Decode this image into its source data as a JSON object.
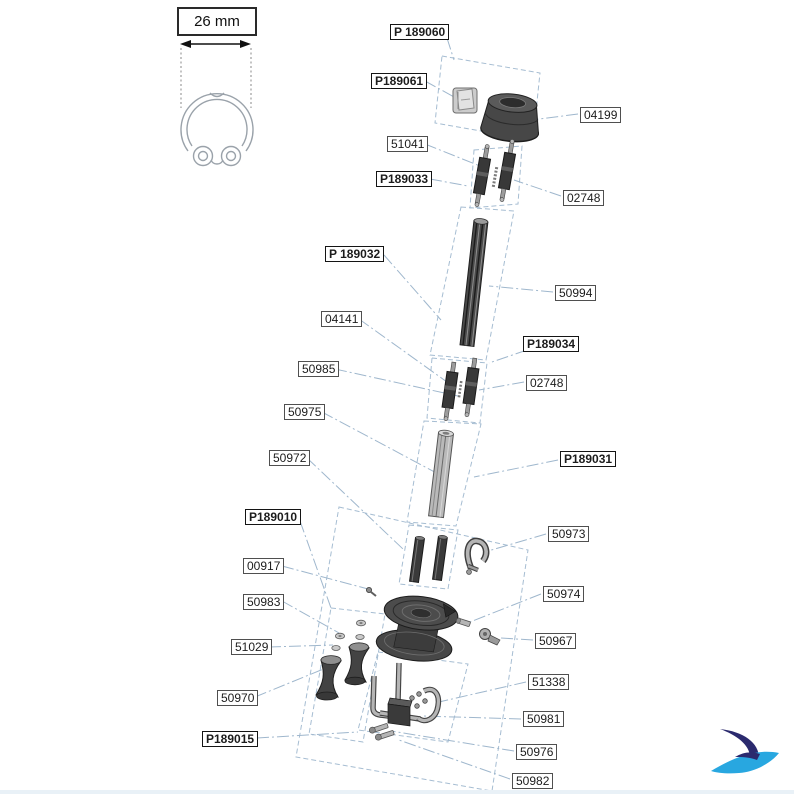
{
  "diagram": {
    "type": "exploded-parts-diagram",
    "dimension_label": "26 mm",
    "labels": [
      {
        "id": "P189060",
        "text": "P 189060",
        "bold": true
      },
      {
        "id": "P189061",
        "text": "P189061",
        "bold": true
      },
      {
        "id": "04199",
        "text": "04199",
        "bold": false
      },
      {
        "id": "51041",
        "text": "51041",
        "bold": false
      },
      {
        "id": "P189033",
        "text": "P189033",
        "bold": true
      },
      {
        "id": "02748a",
        "text": "02748",
        "bold": false
      },
      {
        "id": "P189032",
        "text": "P 189032",
        "bold": true
      },
      {
        "id": "50994",
        "text": "50994",
        "bold": false
      },
      {
        "id": "04141",
        "text": "04141",
        "bold": false
      },
      {
        "id": "P189034",
        "text": "P189034",
        "bold": true
      },
      {
        "id": "02748b",
        "text": "02748",
        "bold": false
      },
      {
        "id": "50985",
        "text": "50985",
        "bold": false
      },
      {
        "id": "50975",
        "text": "50975",
        "bold": false
      },
      {
        "id": "50972",
        "text": "50972",
        "bold": false
      },
      {
        "id": "P189031",
        "text": "P189031",
        "bold": true
      },
      {
        "id": "P189010",
        "text": "P189010",
        "bold": true
      },
      {
        "id": "50973",
        "text": "50973",
        "bold": false
      },
      {
        "id": "00917",
        "text": "00917",
        "bold": false
      },
      {
        "id": "50974",
        "text": "50974",
        "bold": false
      },
      {
        "id": "50983",
        "text": "50983",
        "bold": false
      },
      {
        "id": "50967",
        "text": "50967",
        "bold": false
      },
      {
        "id": "51029",
        "text": "51029",
        "bold": false
      },
      {
        "id": "51338",
        "text": "51338",
        "bold": false
      },
      {
        "id": "50970",
        "text": "50970",
        "bold": false
      },
      {
        "id": "50981",
        "text": "50981",
        "bold": false
      },
      {
        "id": "P189015",
        "text": "P189015",
        "bold": true
      },
      {
        "id": "50976",
        "text": "50976",
        "bold": false
      },
      {
        "id": "50982",
        "text": "50982",
        "bold": false
      }
    ],
    "logo": "sailboat-swoosh-logo",
    "colors": {
      "leader_line": "#9fb7cd",
      "group_box": "#a6bdd2",
      "label_border": "#4f4f4f",
      "part_dark": "#454545",
      "part_metal": "#b9b9b9",
      "logo_navy": "#2b2a6e",
      "logo_blue": "#28a7e0"
    }
  }
}
